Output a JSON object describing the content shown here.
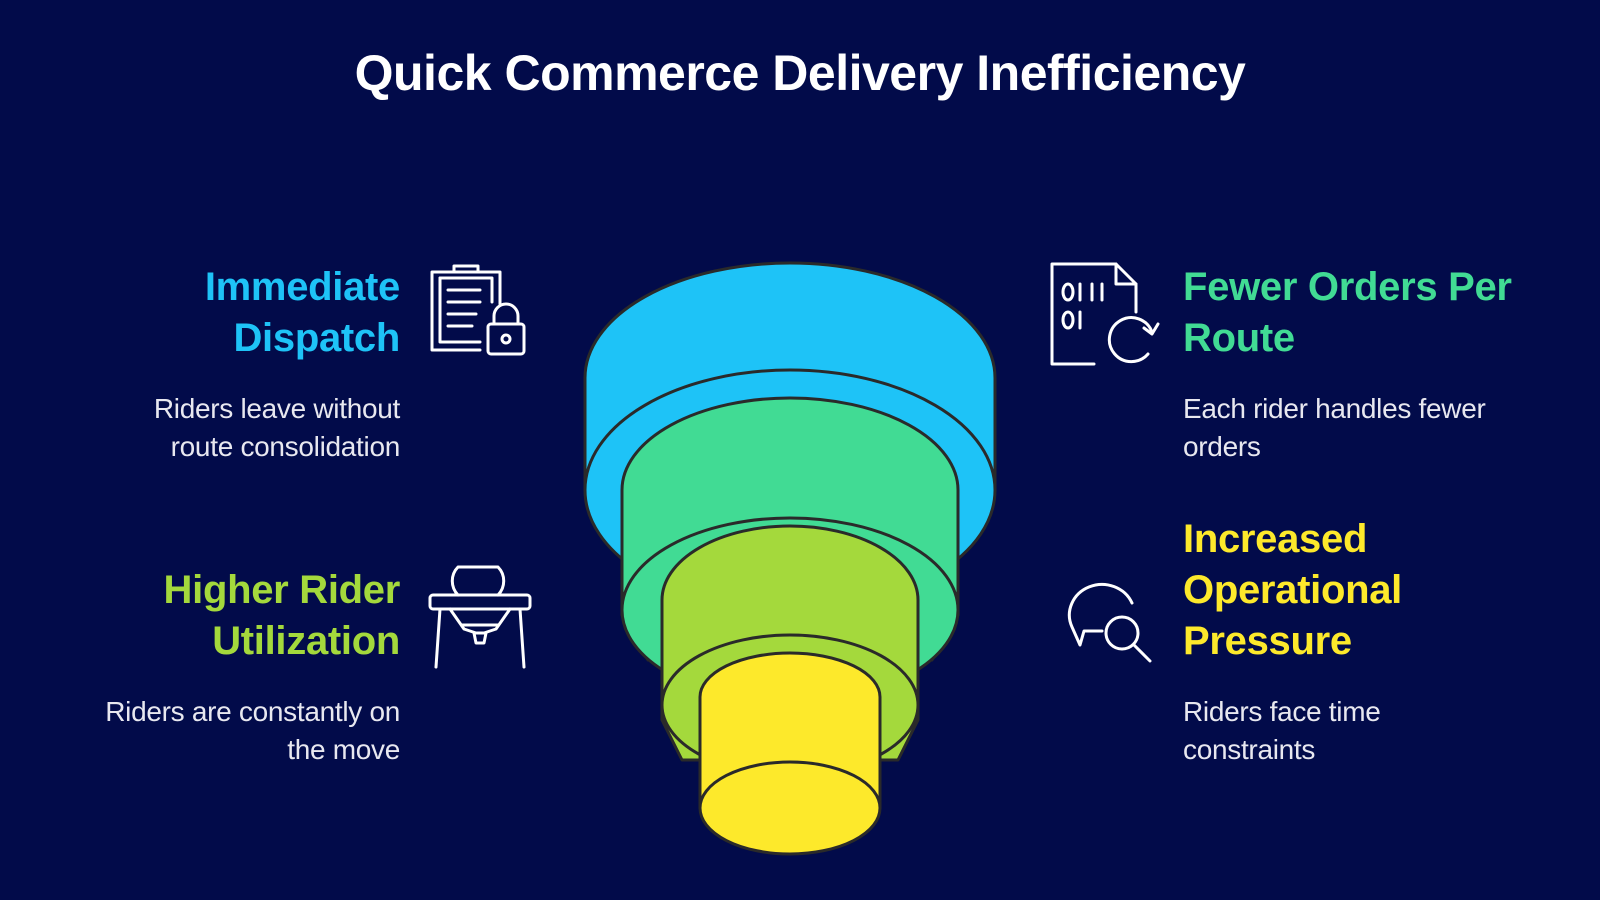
{
  "title": "Quick Commerce Delivery Inefficiency",
  "colors": {
    "background": "#020b4a",
    "blue": "#1ec3f7",
    "green": "#41db94",
    "lime": "#a4d93c",
    "yellow": "#fde92b"
  },
  "items": {
    "immediate_dispatch": {
      "heading_line1": "Immediate",
      "heading_line2": "Dispatch",
      "desc_line1": "Riders leave without",
      "desc_line2": "route consolidation",
      "icon": "clipboard-lock-icon",
      "color": "#1ec3f7"
    },
    "higher_rider_utilization": {
      "heading_line1": "Higher Rider",
      "heading_line2": "Utilization",
      "desc_line1": "Riders are constantly on",
      "desc_line2": "the move",
      "icon": "high-chair-icon",
      "color": "#a4d93c"
    },
    "fewer_orders_per_route": {
      "heading_line1": "Fewer Orders Per",
      "heading_line2": "Route",
      "desc_line1": "Each rider handles fewer",
      "desc_line2": "orders",
      "icon": "binary-file-refresh-icon",
      "color": "#41db94"
    },
    "increased_operational_pressure": {
      "heading_line1": "Increased",
      "heading_line2": "Operational",
      "heading_line3": "Pressure",
      "desc_line1": "Riders face time",
      "desc_line2": "constraints",
      "icon": "speech-bubble-search-icon",
      "color": "#fde92b"
    }
  }
}
